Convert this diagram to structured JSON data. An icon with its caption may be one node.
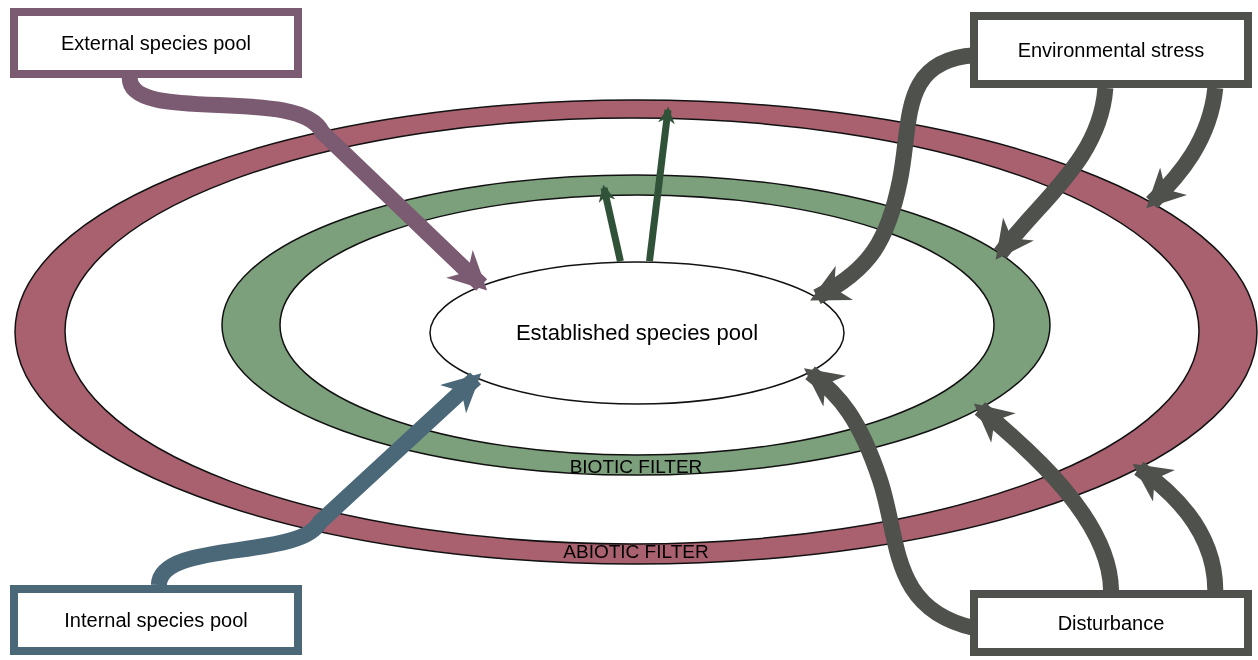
{
  "diagram": {
    "nodes": [
      {
        "text": [
          "External species pool"
        ]
      },
      {
        "text": [
          "Environmental stress"
        ]
      },
      {
        "text": [
          "ABIOTIC FILTER"
        ]
      },
      {
        "text": [
          "BIOTIC FILTER"
        ],
        "in": 2
      },
      {
        "text": [
          "Established species pool"
        ],
        "in": 3
      },
      {
        "text": [
          "Internal species pool"
        ]
      },
      {
        "text": [
          "Disturbance"
        ]
      }
    ],
    "edges": [
      {
        "from": 0,
        "to": 4,
        "arrow": "to",
        "color": "#7b5b72"
      },
      {
        "from": 5,
        "to": 4,
        "arrow": "to",
        "color": "#4b6878"
      },
      {
        "from": 4,
        "to": null,
        "arrow": "to",
        "color": "#2f5238"
      },
      {
        "from": 4,
        "to": null,
        "arrow": "to",
        "color": "#2f5238"
      },
      {
        "from": 1,
        "to": 4,
        "arrow": "to"
      },
      {
        "from": 1,
        "to": 3,
        "arrow": "to"
      },
      {
        "from": 1,
        "to": 2,
        "arrow": "to"
      },
      {
        "from": 6,
        "to": 4,
        "arrow": "to"
      },
      {
        "from": 6,
        "to": 3,
        "arrow": "to"
      },
      {
        "from": 6,
        "to": 2,
        "arrow": "to"
      }
    ]
  }
}
